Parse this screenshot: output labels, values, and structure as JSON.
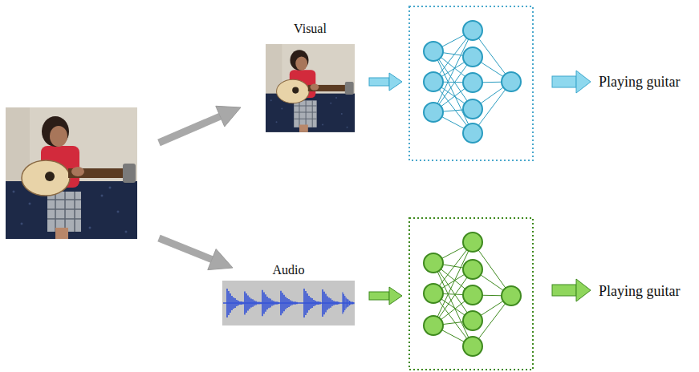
{
  "diagram": {
    "nodes": [
      {
        "text": [
          "Visual"
        ]
      },
      {
        "text": [
          "Audio"
        ]
      }
    ],
    "labels": [
      "Playing guitar",
      "Playing guitar"
    ]
  }
}
